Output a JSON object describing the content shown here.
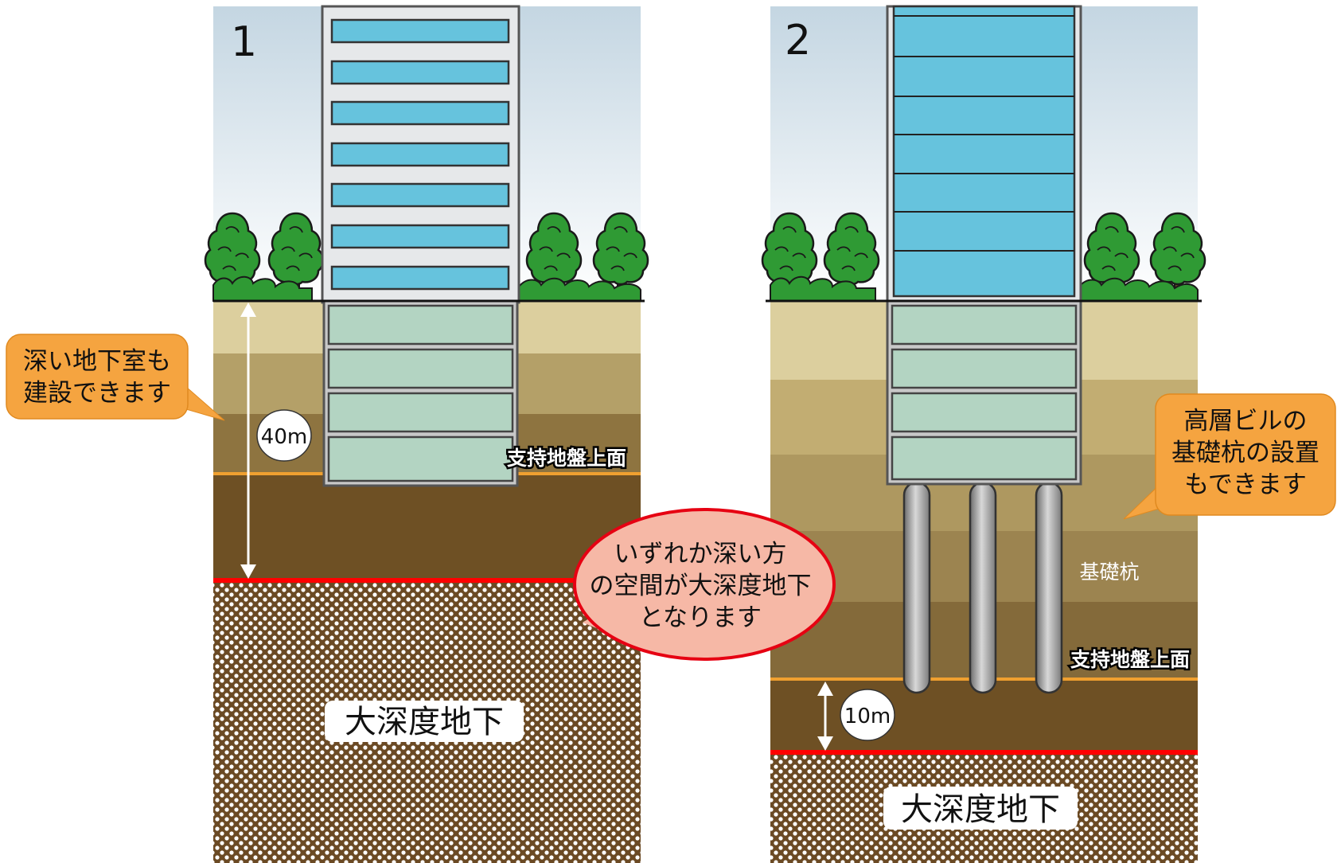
{
  "panels": [
    {
      "number": "1",
      "depth_label": "40m",
      "support_label": "支持地盤上面",
      "zone_label": "大深度地下",
      "callout": [
        "深い地下室も",
        "建設できます"
      ]
    },
    {
      "number": "2",
      "depth_label": "10m",
      "support_label": "支持地盤上面",
      "pile_label": "基礎杭",
      "zone_label": "大深度地下",
      "callout": [
        "高層ビルの",
        "基礎杭の設置",
        "もできます"
      ]
    }
  ],
  "center_callout": [
    "いずれか深い方",
    "の空間が大深度地下",
    "となります"
  ],
  "colors": {
    "sky_top": "#c6d7e3",
    "window": "#66c3dd",
    "basement": "#b3d4c2",
    "soil_1": "#dccf9e",
    "soil_2": "#b4a068",
    "soil_3": "#8e7440",
    "bearing": "#6e5024",
    "boundary_red": "#ff0000",
    "support_orange": "#f0a030",
    "callout_orange": "#f5a440",
    "callout_pink": "#f6b8a6",
    "tree_green": "#2e8c2e"
  }
}
